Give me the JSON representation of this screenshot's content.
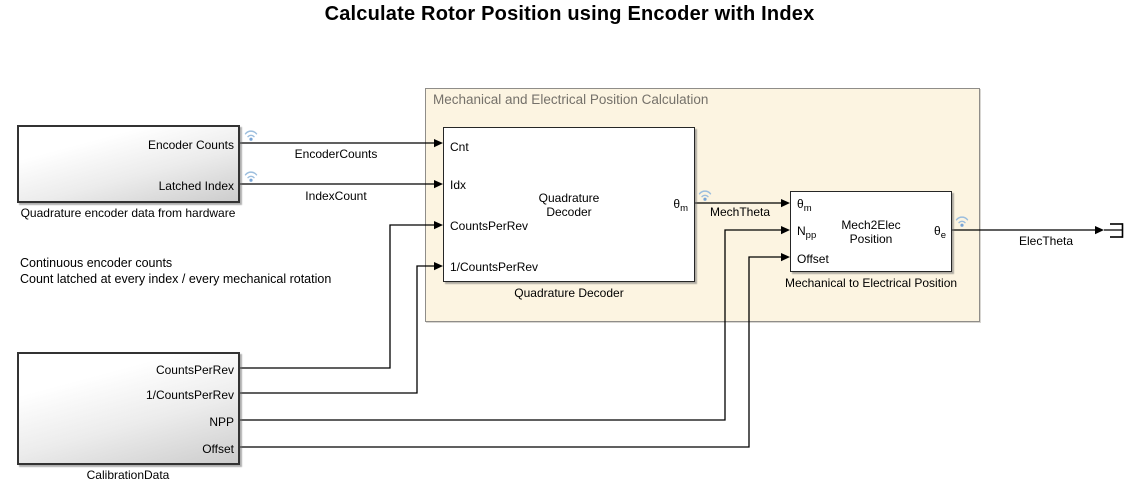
{
  "title": "Calculate Rotor Position using Encoder with Index",
  "annotation": {
    "line1": "Continuous encoder counts",
    "line2": "Count latched at every index / every mechanical rotation"
  },
  "area": {
    "header": "Mechanical and Electrical Position Calculation"
  },
  "blocks": {
    "encoder_hw": {
      "ports_out": [
        "Encoder Counts",
        "Latched Index"
      ],
      "label": "Quadrature encoder data from hardware"
    },
    "calibration": {
      "ports_out": [
        "CountsPerRev",
        "1/CountsPerRev",
        "NPP",
        "Offset"
      ],
      "label": "CalibrationData"
    },
    "decoder": {
      "name_line1": "Quadrature",
      "name_line2": "Decoder",
      "ports_in": [
        "Cnt",
        "Idx",
        "CountsPerRev",
        "1/CountsPerRev"
      ],
      "port_out": {
        "base": "θ",
        "sub": "m"
      },
      "label": "Quadrature Decoder"
    },
    "mech2elec": {
      "name_line1": "Mech2Elec",
      "name_line2": "Position",
      "ports_in": [
        {
          "base": "θ",
          "sub": "m"
        },
        {
          "base": "N",
          "sub": "pp"
        },
        {
          "base": "Offset",
          "sub": ""
        }
      ],
      "port_out": {
        "base": "θ",
        "sub": "e"
      },
      "label": "Mechanical to Electrical Position"
    }
  },
  "signals": {
    "encoder_counts": "EncoderCounts",
    "index_count": "IndexCount",
    "mech_theta": "MechTheta",
    "elec_theta": "ElecTheta"
  },
  "colors": {
    "area_fill": "#fcf4e1",
    "area_border": "#8f8d89",
    "area_header_text": "#75716a",
    "wire": "#000000",
    "block_border": "#2e2e2e",
    "wifi_arc": "#9cbede",
    "wifi_dot": "#79a5d6"
  }
}
